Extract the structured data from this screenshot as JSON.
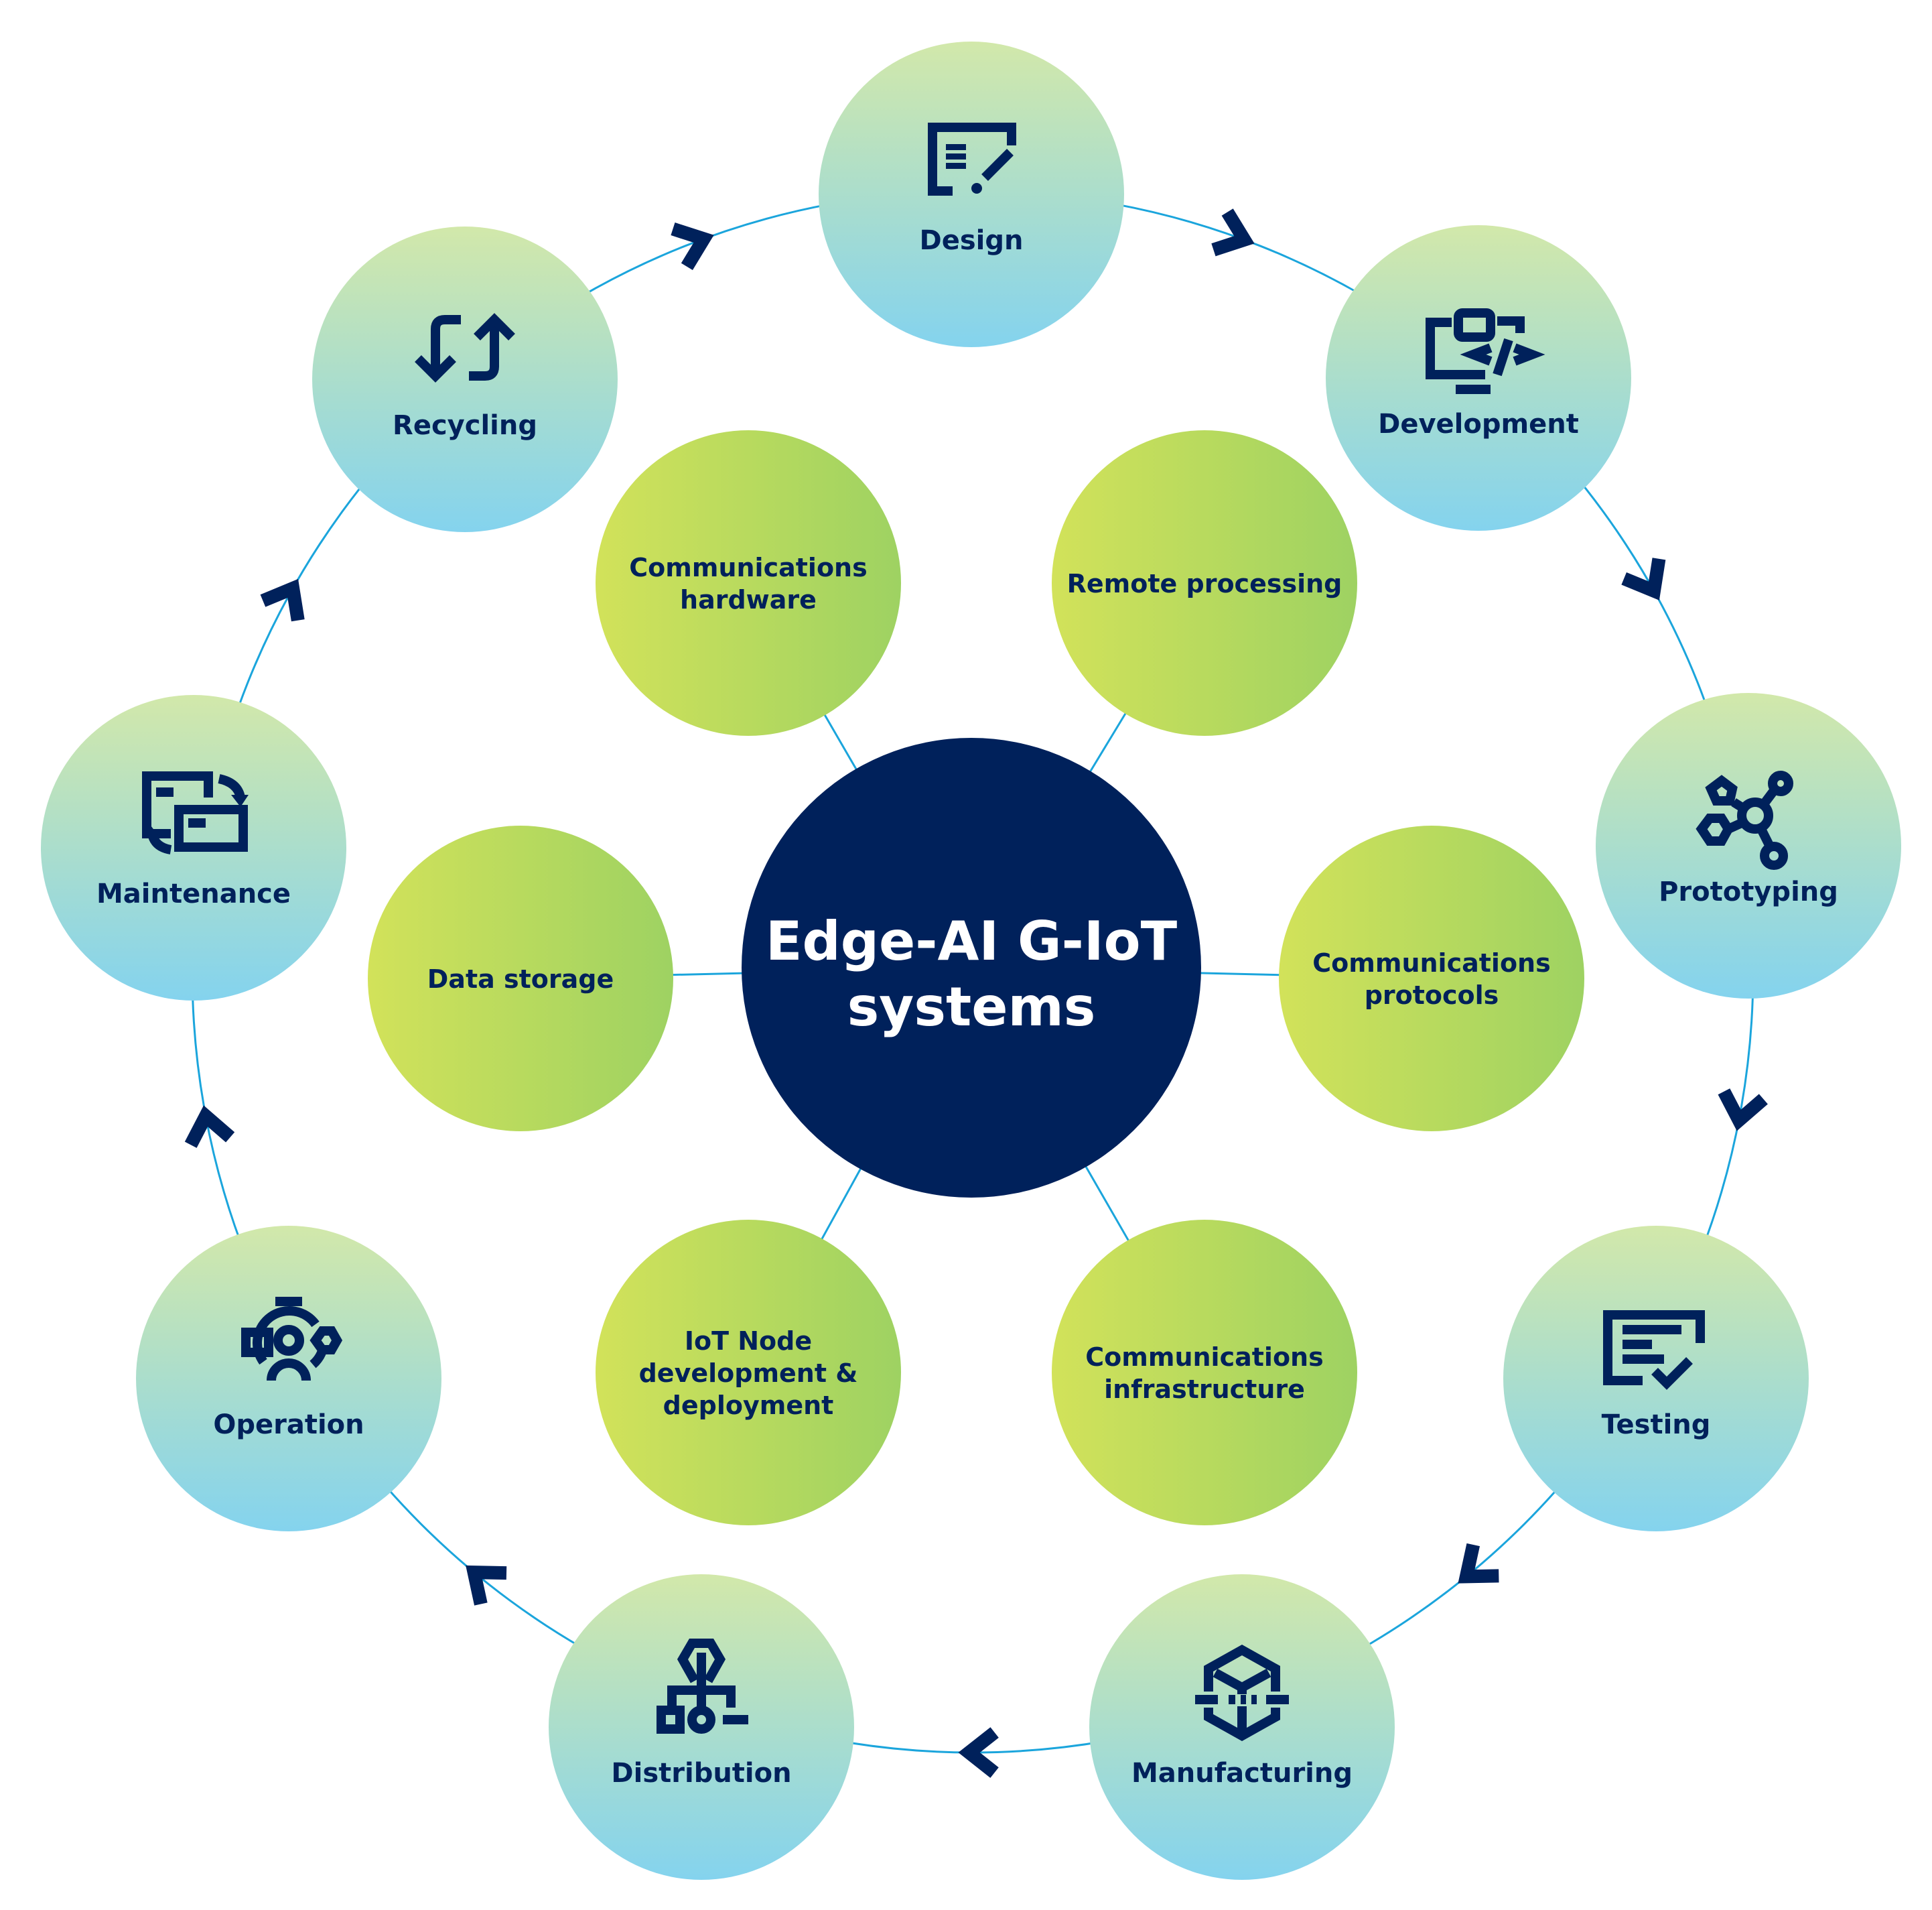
{
  "title": "Edge-AI G-IoT systems",
  "title_lines": [
    "Edge-AI G-IoT",
    "systems"
  ],
  "colors": {
    "navy": "#00215b",
    "ring_line": "#1ba5dc",
    "outer_gradient_top": "#d2e8aa",
    "outer_gradient_bottom": "#84d3ee",
    "inner_gradient_left": "#d2e25a",
    "inner_gradient_right": "#9ed262"
  },
  "lifecycle_stages": [
    {
      "label": "Design",
      "icon": "design-icon"
    },
    {
      "label": "Development",
      "icon": "code-monitor-icon"
    },
    {
      "label": "Prototyping",
      "icon": "molecule-network-icon"
    },
    {
      "label": "Testing",
      "icon": "document-check-icon"
    },
    {
      "label": "Manufacturing",
      "icon": "cube-production-icon"
    },
    {
      "label": "Distribution",
      "icon": "distribution-tree-icon"
    },
    {
      "label": "Operation",
      "icon": "operator-icon"
    },
    {
      "label": "Maintenance",
      "icon": "windows-swap-icon"
    },
    {
      "label": "Recycling",
      "icon": "recycle-arrows-icon"
    }
  ],
  "components": [
    {
      "lines": [
        "Communications",
        "hardware"
      ]
    },
    {
      "lines": [
        "Remote processing"
      ]
    },
    {
      "lines": [
        "Data storage"
      ]
    },
    {
      "lines": [
        "Communications",
        "protocols"
      ]
    },
    {
      "lines": [
        "IoT Node",
        "development &",
        "deployment"
      ]
    },
    {
      "lines": [
        "Communications",
        "infrastructure"
      ]
    }
  ]
}
